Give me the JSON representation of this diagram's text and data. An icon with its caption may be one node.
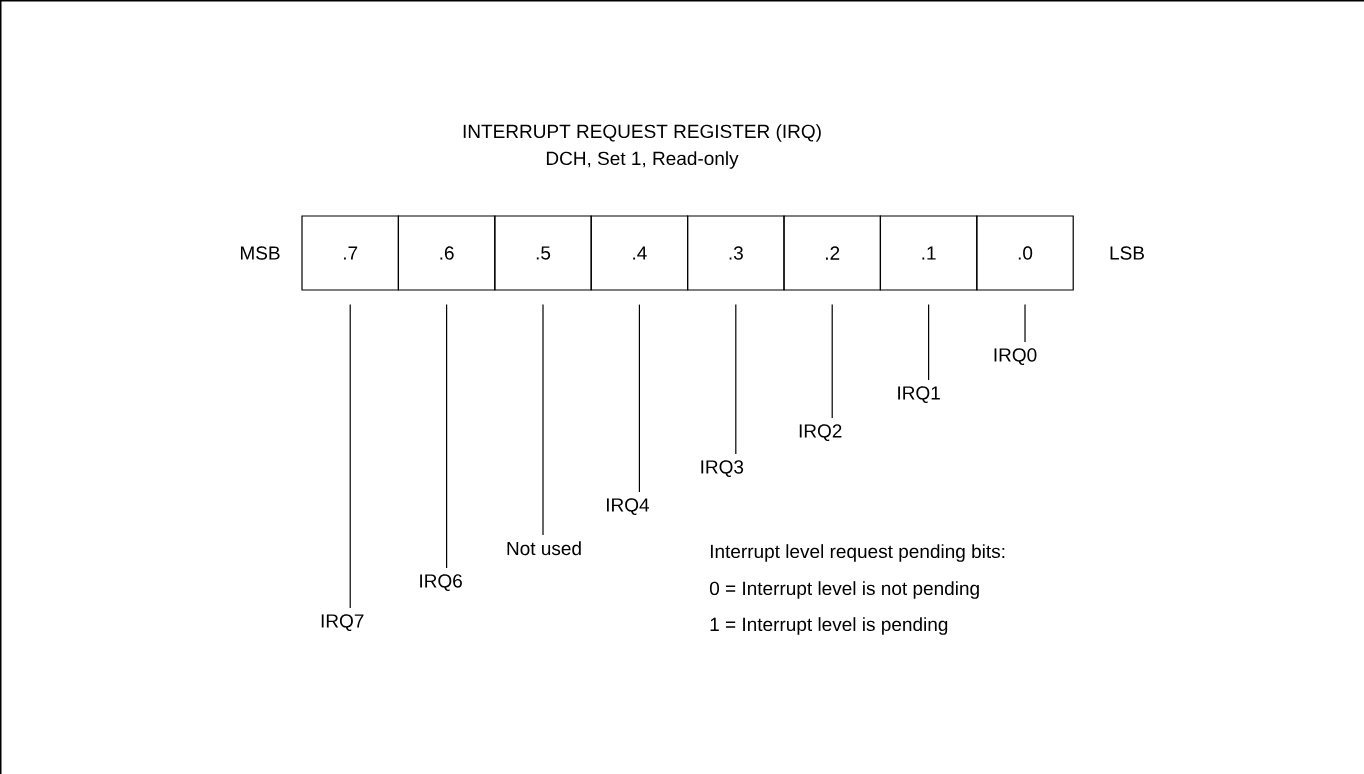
{
  "diagram": {
    "title": "INTERRUPT REQUEST REGISTER (IRQ)",
    "nodes": [
      {
        "text": [
          ".7"
        ]
      },
      {
        "text": [
          ".6"
        ]
      },
      {
        "text": [
          ".5"
        ]
      },
      {
        "text": [
          ".4"
        ]
      },
      {
        "text": [
          ".3"
        ]
      },
      {
        "text": [
          ".2"
        ]
      },
      {
        "text": [
          ".1"
        ]
      },
      {
        "text": [
          ".0"
        ]
      },
      {
        "text": [
          "IRQ7"
        ]
      },
      {
        "text": [
          "IRQ6"
        ]
      },
      {
        "text": [
          "Not used"
        ]
      },
      {
        "text": [
          "IRQ4"
        ]
      },
      {
        "text": [
          "IRQ3"
        ]
      },
      {
        "text": [
          "IRQ2"
        ]
      },
      {
        "text": [
          "IRQ1"
        ]
      },
      {
        "text": [
          "IRQ0"
        ]
      }
    ],
    "edges": [
      {
        "from": 8,
        "to": 0,
        "arrow": "none"
      },
      {
        "from": 9,
        "to": 1,
        "arrow": "none"
      },
      {
        "from": 10,
        "to": 2,
        "arrow": "none"
      },
      {
        "from": 11,
        "to": 3,
        "arrow": "none"
      },
      {
        "from": 12,
        "to": 4,
        "arrow": "none"
      },
      {
        "from": 13,
        "to": 5,
        "arrow": "none"
      },
      {
        "from": 14,
        "to": 6,
        "arrow": "none"
      },
      {
        "from": 15,
        "to": 7,
        "arrow": "none"
      }
    ],
    "labels": [
      "DCH, Set 1, Read-only",
      "MSB",
      "LSB",
      "Interrupt level request pending bits:",
      "0 = Interrupt level is not pending",
      "1 = Interrupt level is pending"
    ]
  }
}
